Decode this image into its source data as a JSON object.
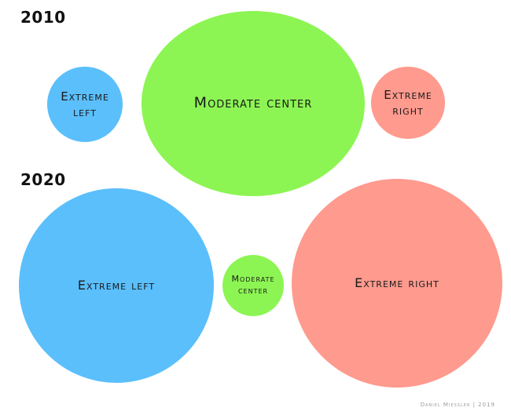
{
  "diagram": {
    "colors": {
      "left": "#5bbffc",
      "center": "#8cf553",
      "right": "#ff9a8e"
    },
    "groups": [
      {
        "year": "2010",
        "bubbles": [
          {
            "label": "Extreme left",
            "line1": "Extreme",
            "line2": "left",
            "color": "#5bbffc"
          },
          {
            "label": "Moderate center",
            "line1": "Moderate center",
            "line2": "",
            "color": "#8cf553"
          },
          {
            "label": "Extreme right",
            "line1": "Extreme",
            "line2": "right",
            "color": "#ff9a8e"
          }
        ]
      },
      {
        "year": "2020",
        "bubbles": [
          {
            "label": "Extreme left",
            "line1": "Extreme left",
            "line2": "",
            "color": "#5bbffc"
          },
          {
            "label": "Moderate center",
            "line1": "Moderate",
            "line2": "center",
            "color": "#8cf553"
          },
          {
            "label": "Extreme right",
            "line1": "Extreme right",
            "line2": "",
            "color": "#ff9a8e"
          }
        ]
      }
    ],
    "credit": "Daniel Miessler | 2019"
  }
}
